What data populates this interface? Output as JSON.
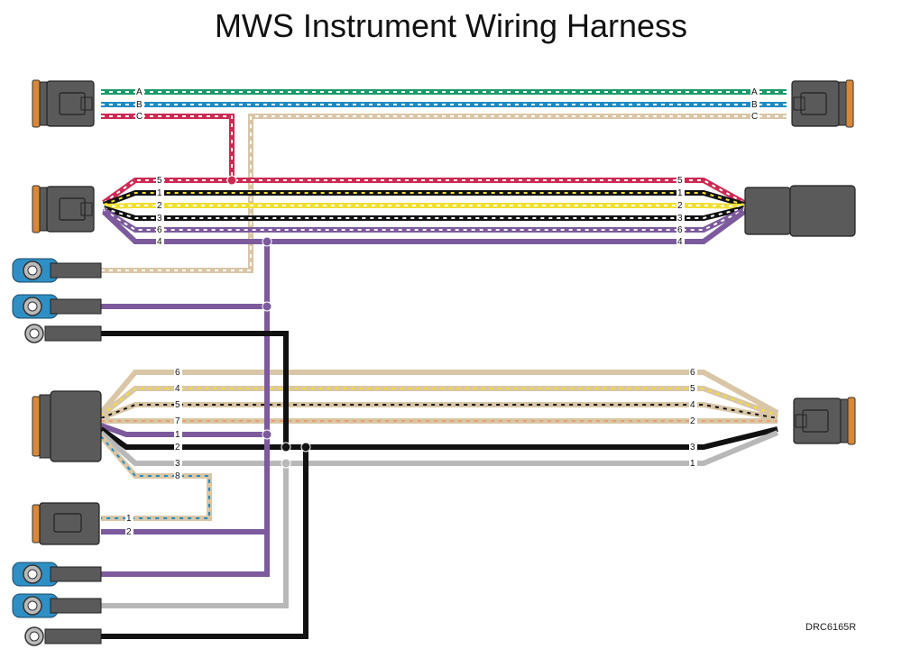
{
  "title": "MWS Instrument Wiring Harness",
  "drawing_code": "DRC6165R",
  "colors": {
    "green": "#1a9a6a",
    "blue": "#1e8bc3",
    "red": "#cc2a54",
    "tan": "#d9c6a6",
    "yellow": "#f2df33",
    "black": "#111111",
    "purple": "#7c5a9c",
    "orange": "#e8a070",
    "gray": "#b8b8b8",
    "connector": "#5a5a5a",
    "seal": "#d7883a",
    "terminal_blue": "#2f8fc4"
  },
  "harness_1": {
    "left_labels": [
      "A",
      "B",
      "C"
    ],
    "right_labels": [
      "A",
      "B",
      "C"
    ]
  },
  "harness_2": {
    "left_labels": [
      "5",
      "1",
      "2",
      "3",
      "6",
      "4"
    ],
    "right_labels": [
      "5",
      "1",
      "2",
      "3",
      "6",
      "4"
    ]
  },
  "harness_3": {
    "left_labels": [
      "6",
      "4",
      "5",
      "7",
      "1",
      "2",
      "3",
      "8"
    ],
    "right_labels": [
      "6",
      "5",
      "4",
      "2",
      "3",
      "1"
    ]
  },
  "small_connector": {
    "labels": [
      "1",
      "2"
    ]
  }
}
